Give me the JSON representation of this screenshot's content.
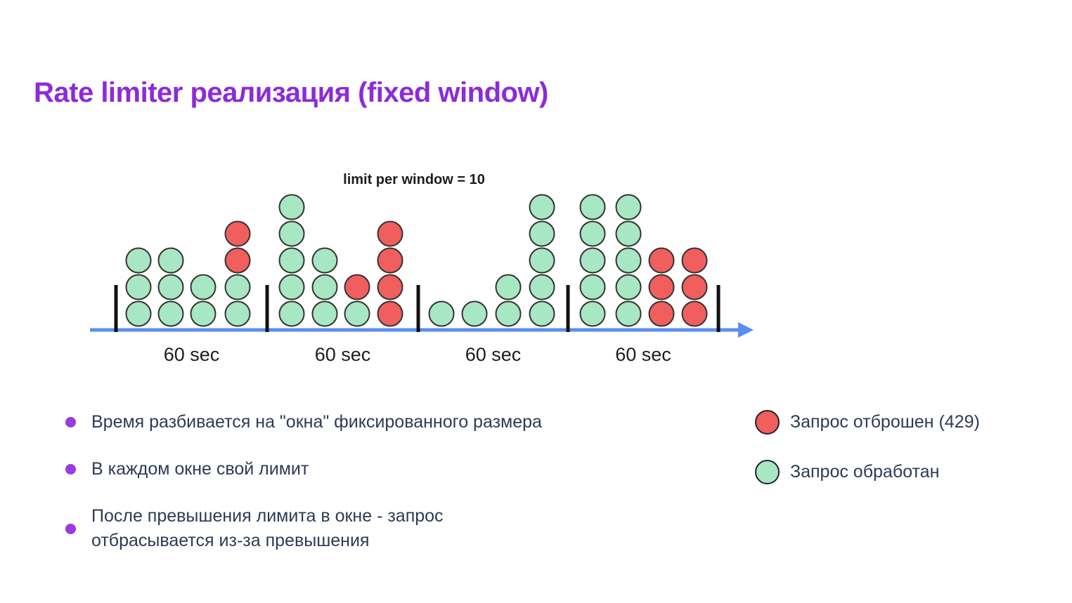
{
  "title": "Rate limiter реализация (fixed window)",
  "colors": {
    "title_purple": "#8c2bd9",
    "bullet_dot_purple": "#9b3ae0",
    "body_text": "#2d3b54",
    "diagram_text": "#1d1d1d",
    "processed_green": "#a8e7c3",
    "rejected_red": "#f15e5e",
    "circle_stroke": "#333333",
    "axis_blue": "#5b8ef0",
    "tick_black": "#111111"
  },
  "diagram": {
    "caption": "limit per window = 10",
    "windows": [
      {
        "label": "60 sec",
        "columns": [
          [
            "p",
            "p",
            "p"
          ],
          [
            "p",
            "p",
            "p"
          ],
          [
            "p",
            "p"
          ],
          [
            "p",
            "p",
            "r",
            "r"
          ]
        ]
      },
      {
        "label": "60 sec",
        "columns": [
          [
            "p",
            "p",
            "p",
            "p",
            "p"
          ],
          [
            "p",
            "p",
            "p"
          ],
          [
            "p",
            "r"
          ],
          [
            "r",
            "r",
            "r",
            "r"
          ]
        ]
      },
      {
        "label": "60 sec",
        "columns": [
          [
            "p"
          ],
          [
            "p"
          ],
          [
            "p",
            "p"
          ],
          [
            "p",
            "p",
            "p",
            "p",
            "p"
          ]
        ]
      },
      {
        "label": "60 sec",
        "columns": [
          [
            "p",
            "p",
            "p",
            "p",
            "p"
          ],
          [
            "p",
            "p",
            "p",
            "p",
            "p"
          ],
          [
            "r",
            "r",
            "r"
          ],
          [
            "r",
            "r",
            "r"
          ]
        ]
      }
    ],
    "status_legend": {
      "p": "processed",
      "r": "rejected"
    }
  },
  "bullets": [
    {
      "text": "Время разбивается на \"окна\" фиксированного размера"
    },
    {
      "text": "В каждом окне свой лимит"
    },
    {
      "text": "После превышения лимита в окне - запрос\nотбрасывается из-за превышения"
    }
  ],
  "legend": [
    {
      "status": "rejected",
      "label": "Запрос отброшен (429)"
    },
    {
      "status": "processed",
      "label": "Запрос обработан"
    }
  ]
}
